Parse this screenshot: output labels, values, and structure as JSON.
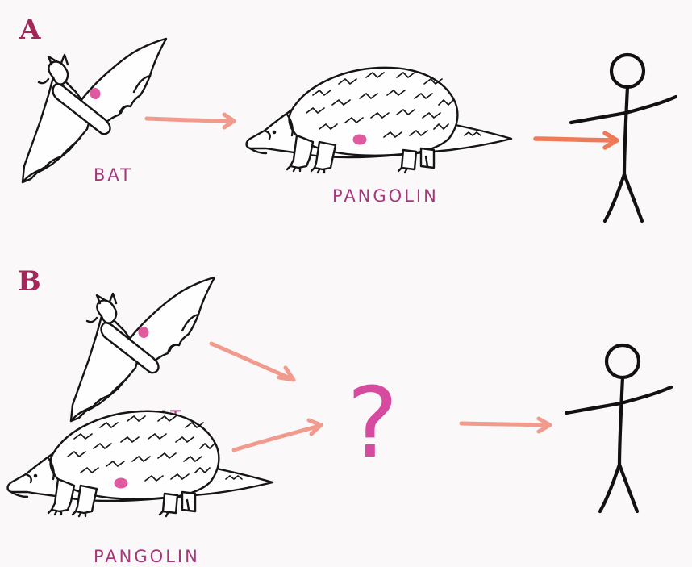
{
  "panel_a": {
    "label": "A",
    "bat_label": "BAT",
    "pangolin_label": "PANGOLIN"
  },
  "panel_b": {
    "label": "B",
    "bat_label": "BAT",
    "pangolin_label": "PANGOLIN",
    "unknown_host_symbol": "?"
  },
  "colors": {
    "panel_label": "#a3285a",
    "hand_lettering": "#a6387a",
    "arrow": "#f19a8e",
    "heart": "#e05aa0"
  },
  "icons": [
    "bat-icon",
    "pangolin-icon",
    "human-stick-figure-icon",
    "arrow-icon"
  ]
}
